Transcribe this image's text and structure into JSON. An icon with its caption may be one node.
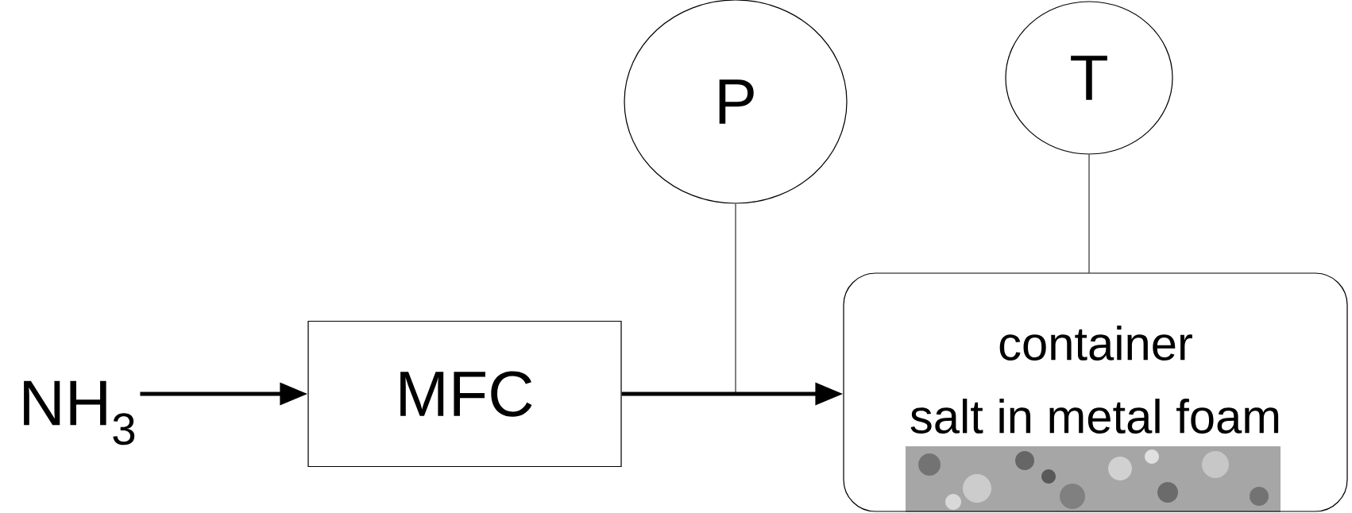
{
  "diagram": {
    "nodes": [
      {
        "text": [
          "NH$_{3}$"
        ]
      },
      {
        "text": [
          "MFC"
        ]
      },
      {
        "text": [
          "P"
        ]
      },
      {
        "text": [
          "T"
        ]
      },
      {
        "text": [
          "container",
          "salt in metal foam"
        ]
      }
    ],
    "edges": [
      {
        "from": 0,
        "to": 1,
        "arrow": "to",
        "style": "thick"
      },
      {
        "from": 1,
        "to": 4,
        "arrow": "to",
        "style": "thick"
      },
      {
        "from": 2,
        "to": null,
        "arrow": "none"
      },
      {
        "from": 3,
        "to": 4,
        "arrow": "none"
      }
    ]
  }
}
